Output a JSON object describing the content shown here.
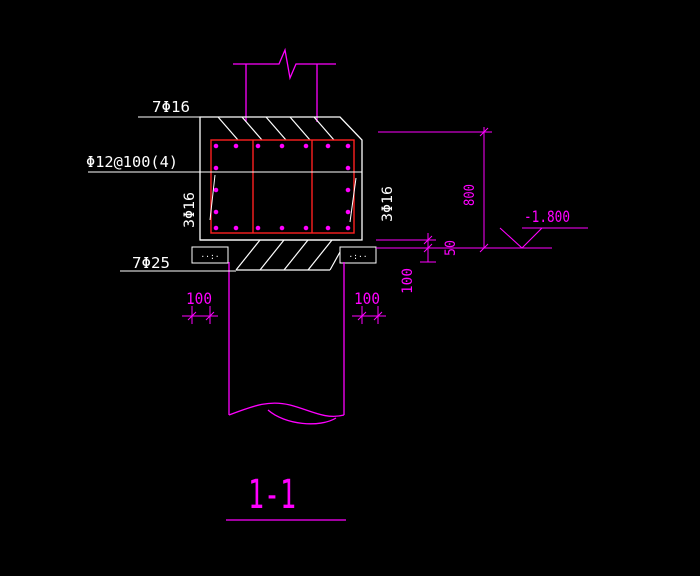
{
  "drawing": {
    "section_title": "1-1",
    "colors": {
      "background": "#000000",
      "magenta": "#ff00ff",
      "white": "#ffffff",
      "red": "#ff2020",
      "rebar_dot": "#ff00ff"
    },
    "labels": {
      "top_bars": "7Φ16",
      "stirrups": "Φ12@100(4)",
      "side_bars_left": "3Φ16",
      "side_bars_right": "3Φ16",
      "bottom_bars": "7Φ25"
    },
    "dimensions": {
      "height": "800",
      "cover_50": "50",
      "cover_100_vertical": "100",
      "left_offset": "100",
      "right_offset": "100"
    },
    "elevation": "-1.800"
  }
}
